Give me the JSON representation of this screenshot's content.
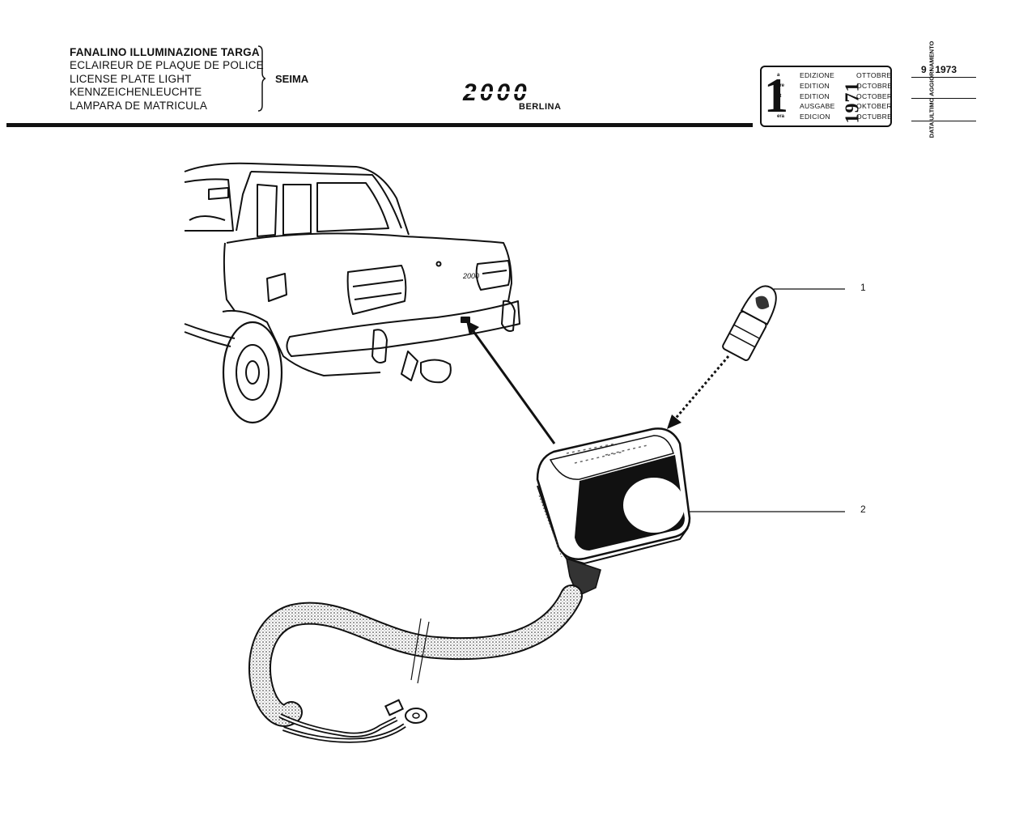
{
  "header": {
    "titles": [
      "FANALINO ILLUMINAZIONE TARGA",
      "ECLAIREUR DE PLAQUE DE POLICE",
      "LICENSE PLATE LIGHT",
      "KENNZEICHENLEUCHTE",
      "LAMPARA DE MATRICULA"
    ],
    "supplier": "SEIMA",
    "model_logo": "2000",
    "model_subtitle": "BERLINA"
  },
  "edition_box": {
    "number": "1",
    "ordinals": [
      "a",
      "ère",
      "st",
      ".",
      "era"
    ],
    "edition_labels": [
      "EDIZIONE",
      "EDITION",
      "EDITION",
      "AUSGABE",
      "EDICION"
    ],
    "year": "1971",
    "months": [
      "OTTOBRE",
      "OCTOBRE",
      "OCTOBER",
      "OKTOBER",
      "OCTUBRE"
    ],
    "last_update_label": "DATA ULTIMO AGGIORNAMENTO",
    "last_update_date": "9 - 1973"
  },
  "callouts": [
    {
      "number": "1",
      "part": "bulb"
    },
    {
      "number": "2",
      "part": "lamp-assembly"
    }
  ]
}
